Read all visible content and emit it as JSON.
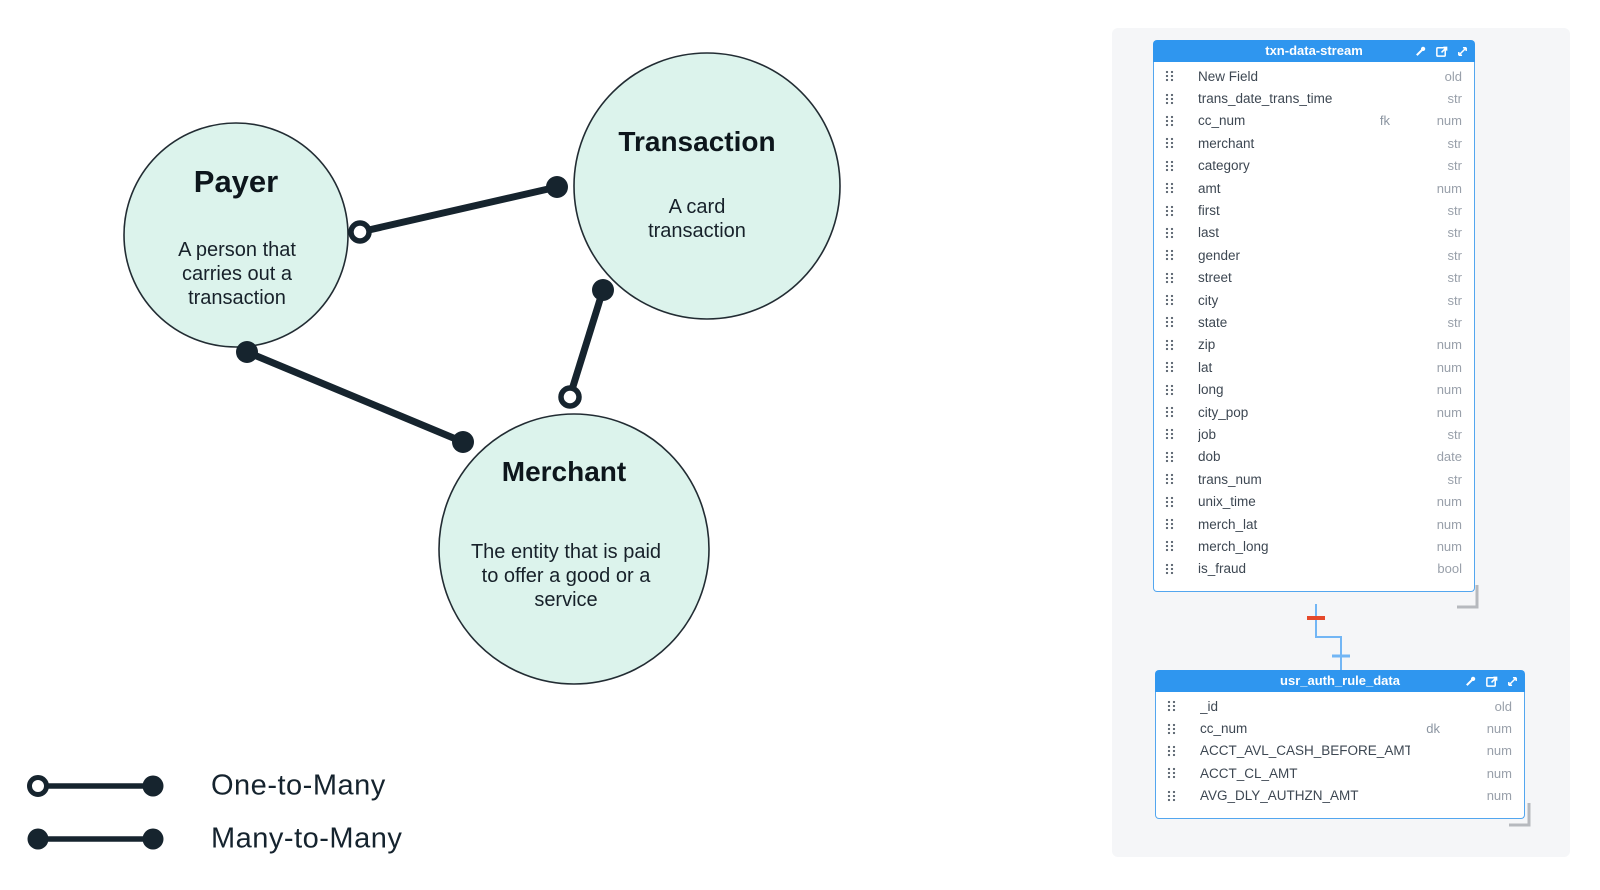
{
  "diagram": {
    "entities": [
      {
        "name": "Payer",
        "description": "A person that carries out a transaction"
      },
      {
        "name": "Transaction",
        "description": "A card transaction"
      },
      {
        "name": "Merchant",
        "description": "The entity that is paid to offer a good or a service"
      }
    ],
    "relationships": [
      {
        "from": "Payer",
        "to": "Transaction",
        "type": "one-to-many"
      },
      {
        "from": "Payer",
        "to": "Merchant",
        "type": "many-to-many"
      },
      {
        "from": "Merchant",
        "to": "Transaction",
        "type": "one-to-many"
      }
    ],
    "legend": [
      {
        "label": "One-to-Many"
      },
      {
        "label": "Many-to-Many"
      }
    ]
  },
  "tables": [
    {
      "title": "txn-data-stream",
      "header_icons": [
        "color-picker-icon",
        "open-in-new-icon",
        "resize-arrow-icon"
      ],
      "fields": [
        {
          "name": "New Field",
          "type": "old"
        },
        {
          "name": "trans_date_trans_time",
          "type": "str"
        },
        {
          "name": "cc_num",
          "key": "fk",
          "type": "num"
        },
        {
          "name": "merchant",
          "type": "str"
        },
        {
          "name": "category",
          "type": "str"
        },
        {
          "name": "amt",
          "type": "num"
        },
        {
          "name": "first",
          "type": "str"
        },
        {
          "name": "last",
          "type": "str"
        },
        {
          "name": "gender",
          "type": "str"
        },
        {
          "name": "street",
          "type": "str"
        },
        {
          "name": "city",
          "type": "str"
        },
        {
          "name": "state",
          "type": "str"
        },
        {
          "name": "zip",
          "type": "num"
        },
        {
          "name": "lat",
          "type": "num"
        },
        {
          "name": "long",
          "type": "num"
        },
        {
          "name": "city_pop",
          "type": "num"
        },
        {
          "name": "job",
          "type": "str"
        },
        {
          "name": "dob",
          "type": "date"
        },
        {
          "name": "trans_num",
          "type": "str"
        },
        {
          "name": "unix_time",
          "type": "num"
        },
        {
          "name": "merch_lat",
          "type": "num"
        },
        {
          "name": "merch_long",
          "type": "num"
        },
        {
          "name": "is_fraud",
          "type": "bool"
        }
      ]
    },
    {
      "title": "usr_auth_rule_data",
      "header_icons": [
        "color-picker-icon",
        "open-in-new-icon",
        "resize-arrow-icon"
      ],
      "fields": [
        {
          "name": "_id",
          "type": "old"
        },
        {
          "name": "cc_num",
          "key": "dk",
          "type": "num"
        },
        {
          "name": "ACCT_AVL_CASH_BEFORE_AMT",
          "type": "num"
        },
        {
          "name": "ACCT_CL_AMT",
          "type": "num"
        },
        {
          "name": "AVG_DLY_AUTHZN_AMT",
          "type": "num"
        }
      ]
    }
  ],
  "colors": {
    "table_header": "#2f96ef",
    "table_border": "#53a6ef",
    "connector_blue": "#72b6f5",
    "connector_red_tick": "#e5492b",
    "entity_fill": "#dcf3ec",
    "diagram_ink": "#16242e",
    "canvas_bg": "#f5f6f8"
  }
}
